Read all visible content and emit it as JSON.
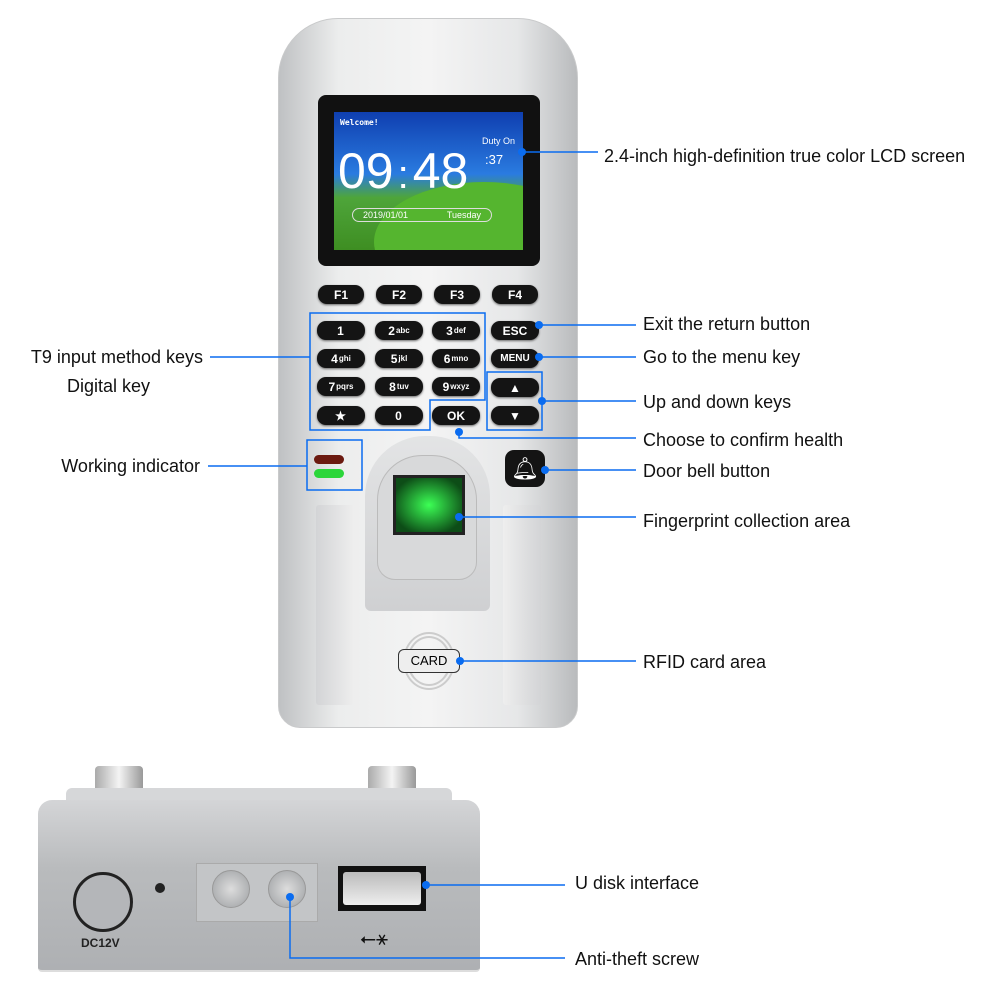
{
  "screen": {
    "greeting": "Welcome!",
    "status": "Duty On",
    "hours": "09",
    "colon": ":",
    "minutes": "48",
    "seconds": ":37",
    "date": "2019/01/01",
    "weekday": "Tuesday"
  },
  "function_keys": [
    "F1",
    "F2",
    "F3",
    "F4"
  ],
  "keypad": [
    {
      "digit": "1",
      "letters": ""
    },
    {
      "digit": "2",
      "letters": "abc"
    },
    {
      "digit": "3",
      "letters": "def"
    },
    {
      "digit": "4",
      "letters": "ghi"
    },
    {
      "digit": "5",
      "letters": "jkl"
    },
    {
      "digit": "6",
      "letters": "mno"
    },
    {
      "digit": "7",
      "letters": "pqrs"
    },
    {
      "digit": "8",
      "letters": "tuv"
    },
    {
      "digit": "9",
      "letters": "wxyz"
    },
    {
      "digit": "★",
      "letters": ""
    },
    {
      "digit": "0",
      "letters": ""
    }
  ],
  "side_keys": {
    "esc": "ESC",
    "menu": "MENU",
    "ok": "OK",
    "up": "▲",
    "down": "▼"
  },
  "card_label": "CARD",
  "power_label": "DC12V",
  "callouts": {
    "lcd": "2.4-inch high-definition true color LCD screen",
    "esc": "Exit the return button",
    "menu": "Go to the menu key",
    "updown": "Up and down keys",
    "ok": "Choose to confirm health",
    "bell": "Door bell button",
    "fingerprint": "Fingerprint collection area",
    "rfid": "RFID card area",
    "t9": "T9 input method keys",
    "digital": "Digital key",
    "indicator": "Working indicator",
    "usb": "U disk interface",
    "screw": "Anti-theft screw"
  },
  "colors": {
    "callout": "#0a6cf0",
    "key": "#141414"
  }
}
